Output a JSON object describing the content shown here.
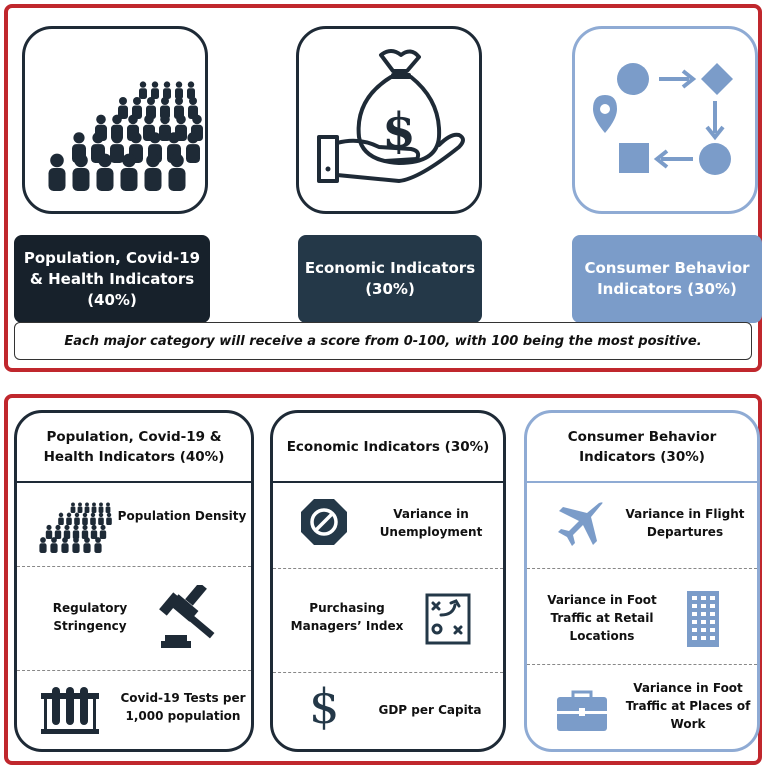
{
  "top": {
    "categories": [
      {
        "label": "Population, Covid-19 & Health Indicators (40%)",
        "icon": "crowd-icon",
        "color": "#17212b"
      },
      {
        "label": "Economic Indicators (30%)",
        "icon": "money-bag-hand-icon",
        "color": "#243848"
      },
      {
        "label": "Consumer Behavior Indicators (30%)",
        "icon": "flow-shapes-icon",
        "color": "#7b9cc9"
      }
    ],
    "note": "Each major category will receive a score from 0-100, with 100 being the most positive."
  },
  "bottom": {
    "columns": [
      {
        "title": "Population, Covid-19 & Health Indicators (40%)",
        "border_color": "#1e2a36",
        "items": [
          {
            "label": "Population Density",
            "icon": "crowd-icon"
          },
          {
            "label": "Regulatory Stringency",
            "icon": "gavel-icon"
          },
          {
            "label": "Covid-19 Tests per 1,000 population",
            "icon": "test-tubes-icon"
          }
        ]
      },
      {
        "title": "Economic Indicators (30%)",
        "border_color": "#1e2a36",
        "items": [
          {
            "label": "Variance in Unemployment",
            "icon": "prohibited-octagon-icon"
          },
          {
            "label": "Purchasing Managers’ Index",
            "icon": "strategy-board-icon"
          },
          {
            "label": "GDP per Capita",
            "icon": "dollar-sign-icon"
          }
        ]
      },
      {
        "title": "Consumer Behavior Indicators (30%)",
        "border_color": "#8fabd4",
        "items": [
          {
            "label": "Variance in Flight Departures",
            "icon": "airplane-icon"
          },
          {
            "label": "Variance in Foot Traffic at Retail Locations",
            "icon": "building-icon"
          },
          {
            "label": "Variance in Foot Traffic at Places of Work",
            "icon": "briefcase-icon"
          }
        ]
      }
    ]
  }
}
